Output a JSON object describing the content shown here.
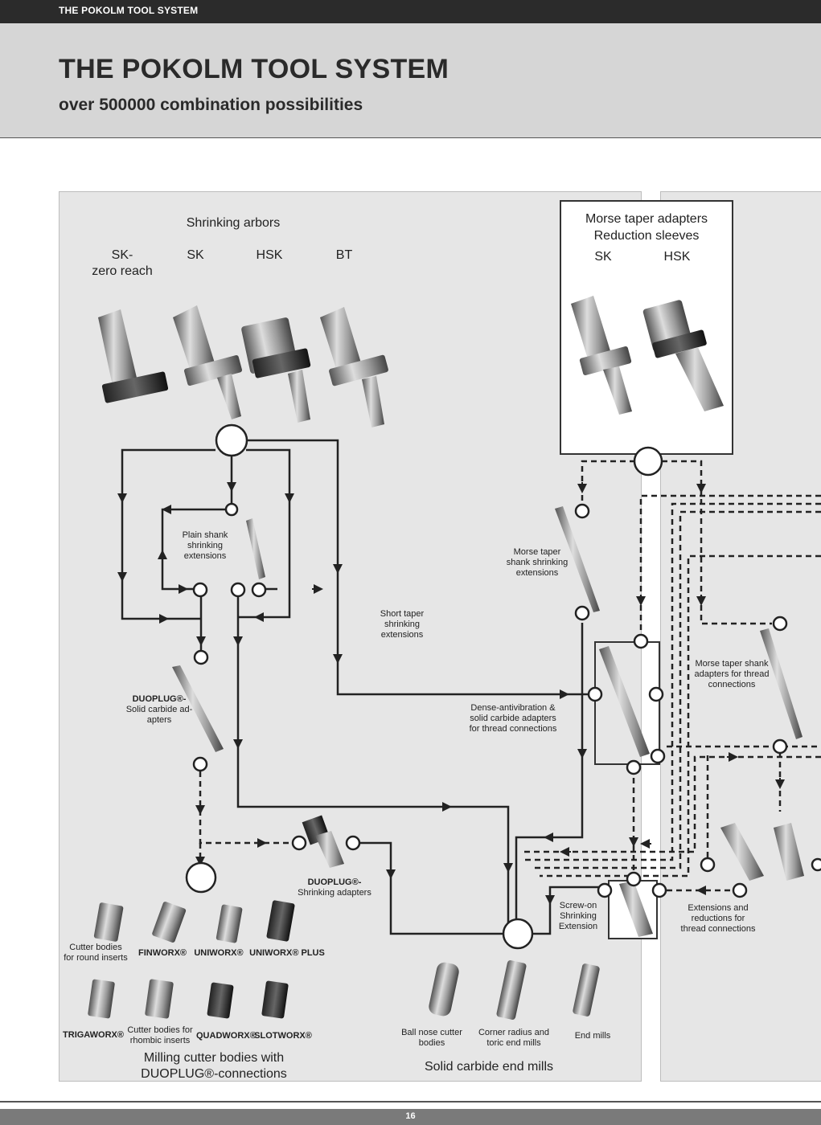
{
  "topbar": {
    "label": "THE POKOLM TOOL SYSTEM"
  },
  "header": {
    "title": "THE POKOLM TOOL SYSTEM",
    "subtitle": "over 500000 combination possibilities"
  },
  "shrinking": {
    "heading": "Shrinking arbors",
    "sk_zero_1": "SK-",
    "sk_zero_2": "zero reach",
    "sk": "SK",
    "hsk": "HSK",
    "bt": "BT"
  },
  "morse": {
    "line1": "Morse taper adapters",
    "line2": "Reduction sleeves",
    "sk": "SK",
    "hsk": "HSK"
  },
  "labels": {
    "plain_shank": [
      "Plain shank",
      "shrinking",
      "extensions"
    ],
    "short_taper": [
      "Short taper",
      "shrinking",
      "extensions"
    ],
    "morse_shank": [
      "Morse taper",
      "shank shrinking",
      "extensions"
    ],
    "morse_thread": [
      "Morse taper shank",
      "adapters for thread",
      "connections"
    ],
    "duoplug_solid": [
      "DUOPLUG®-",
      "Solid carbide ad-",
      "apters"
    ],
    "dense": [
      "Dense-antivibration &",
      "solid carbide adapters",
      "for thread connections"
    ],
    "duoplug_shrink": [
      "DUOPLUG®-",
      "Shrinking adapters"
    ],
    "screw_on": [
      "Screw-on",
      "Shrinking",
      "Extension"
    ],
    "ext_red": [
      "Extensions and",
      "reductions for",
      "thread connections"
    ]
  },
  "cutters": {
    "round": [
      "Cutter bodies",
      "for round inserts"
    ],
    "finworx": "FINWORX®",
    "uniworx": "UNIWORX®",
    "uniworx_plus": "UNIWORX® PLUS",
    "trigaworx": "TRIGAWORX®",
    "rhombic": [
      "Cutter bodies for",
      "rhombic inserts"
    ],
    "quadworx": "QUADWORX®",
    "slotworx": "SLOTWORX®",
    "group_1": "Milling cutter bodies with",
    "group_2": "DUOPLUG®-connections"
  },
  "endmills": {
    "ball": [
      "Ball nose cutter",
      "bodies"
    ],
    "corner": [
      "Corner radius and",
      "toric end mills"
    ],
    "end": "End mills",
    "group": "Solid carbide end mills"
  },
  "footer": {
    "page": "16"
  }
}
